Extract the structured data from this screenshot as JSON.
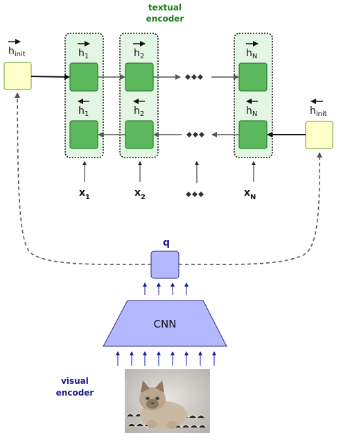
{
  "textual_encoder": {
    "line1": "textual",
    "line2": "encoder"
  },
  "visual_encoder": {
    "line1": "visual",
    "line2": "encoder"
  },
  "cnn_label": "CNN",
  "q_label": "q",
  "h_init": {
    "base": "h",
    "sub": "init"
  },
  "hidden": {
    "base": "h",
    "forward_subs": [
      "1",
      "2",
      "N"
    ],
    "backward_subs": [
      "1",
      "2",
      "N"
    ]
  },
  "inputs": {
    "base": "x",
    "subs": [
      "1",
      "2",
      "N"
    ]
  },
  "colors": {
    "text_green": "#1a7a1a",
    "text_blue": "#1a1a8c",
    "column_fill": "#e3f5e3",
    "cell_fill": "#5cb85c",
    "cell_stroke": "#2e7d32",
    "init_fill": "#ffffcc",
    "init_stroke": "#7cb342",
    "cnn_fill": "#b3b8ff",
    "cnn_stroke": "#2a2a7a",
    "arrow_blue": "#1a1a9c"
  },
  "image": {
    "subject": "kitten-photo"
  }
}
